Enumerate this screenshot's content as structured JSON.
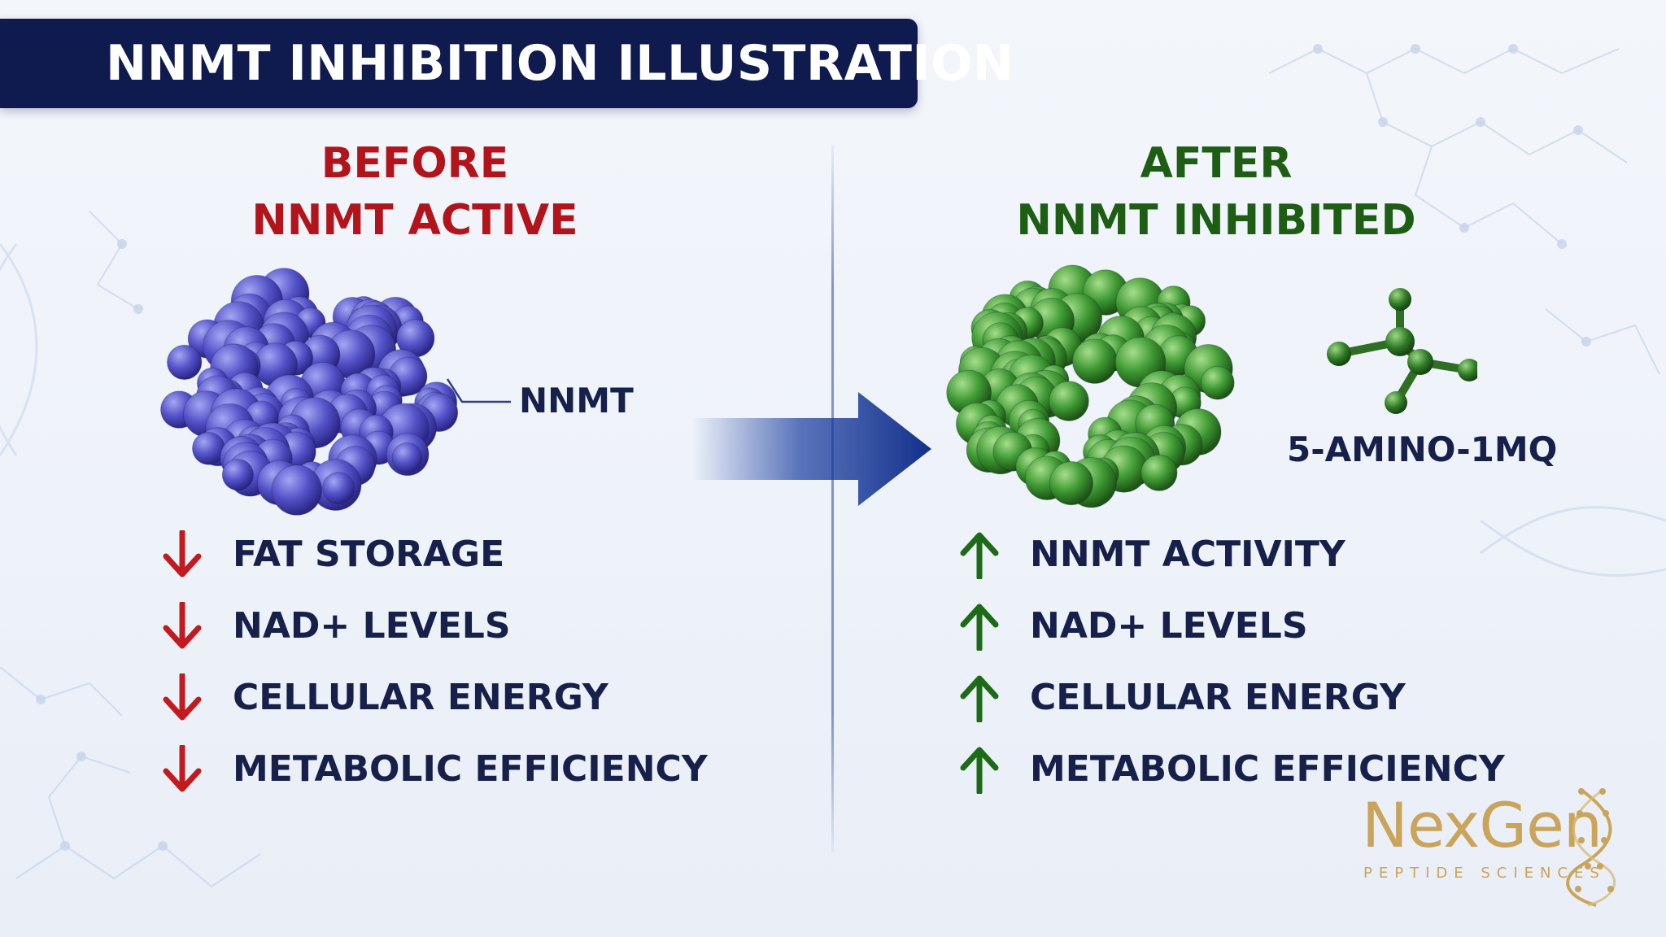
{
  "title": "NNMT INHIBITION ILLUSTRATION",
  "before": {
    "heading_line1": "BEFORE",
    "heading_line2": "NNMT ACTIVE",
    "molecule_label": "NNMT",
    "items": [
      {
        "label": "FAT STORAGE",
        "icon": "arrow-down-icon"
      },
      {
        "label": "NAD+ LEVELS",
        "icon": "arrow-down-icon"
      },
      {
        "label": "CELLULAR ENERGY",
        "icon": "arrow-down-icon"
      },
      {
        "label": "METABOLIC EFFICIENCY",
        "icon": "arrow-down-icon"
      }
    ]
  },
  "after": {
    "heading_line1": "AFTER",
    "heading_line2": "NNMT INHIBITED",
    "inhibitor_label": "5-AMINO-1MQ",
    "items": [
      {
        "label": "NNMT ACTIVITY",
        "icon": "arrow-up-icon"
      },
      {
        "label": "NAD+ LEVELS",
        "icon": "arrow-up-icon"
      },
      {
        "label": "CELLULAR ENERGY",
        "icon": "arrow-up-icon"
      },
      {
        "label": "METABOLIC EFFICIENCY",
        "icon": "arrow-up-icon"
      }
    ]
  },
  "logo": {
    "name": "NexGen",
    "tagline": "PEPTIDE SCIENCES"
  },
  "colors": {
    "banner": "#0f1a4e",
    "before_heading": "#b3141b",
    "after_heading": "#1d5e14",
    "text": "#16204a",
    "active_protein": "#5452c8",
    "inhibited_protein": "#3f9a34",
    "logo_gold": "#c9a45a"
  }
}
